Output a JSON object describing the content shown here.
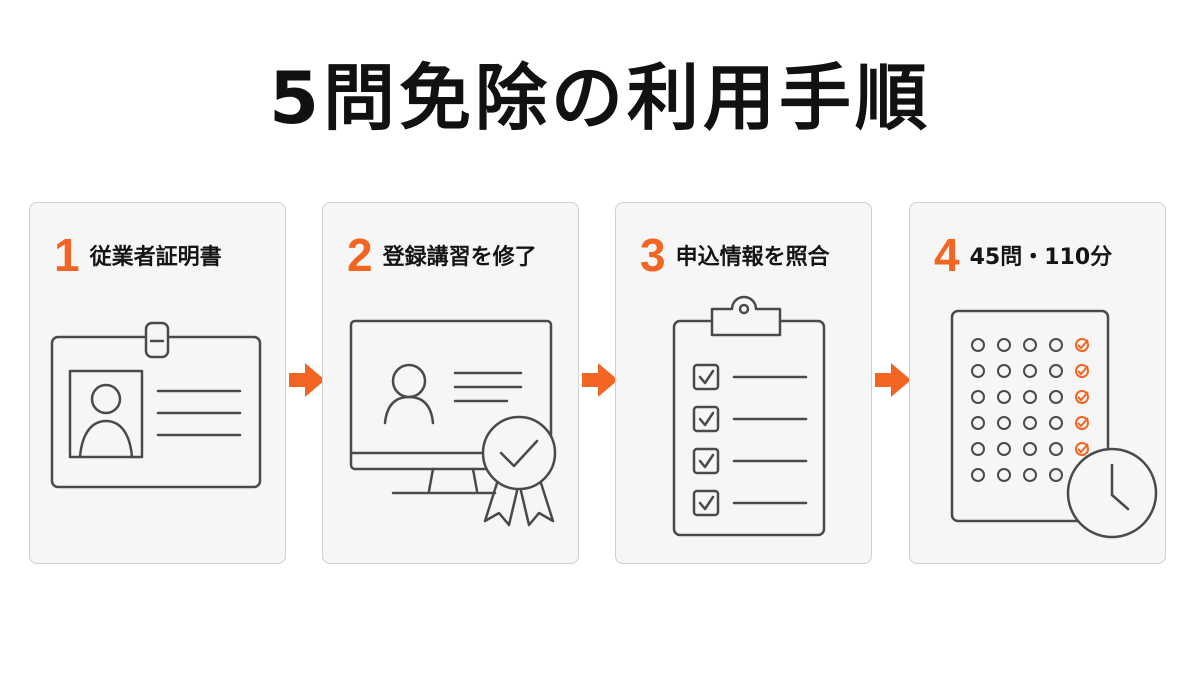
{
  "title": "5問免除の利用手順",
  "accent_color": "#f26522",
  "steps": [
    {
      "number": "1",
      "label": "従業者証明書",
      "icon": "id-card-icon"
    },
    {
      "number": "2",
      "label": "登録講習を修了",
      "icon": "computer-certificate-icon"
    },
    {
      "number": "3",
      "label": "申込情報を照合",
      "icon": "clipboard-checklist-icon"
    },
    {
      "number": "4",
      "label": "45問・110分",
      "icon": "answer-sheet-clock-icon"
    }
  ]
}
